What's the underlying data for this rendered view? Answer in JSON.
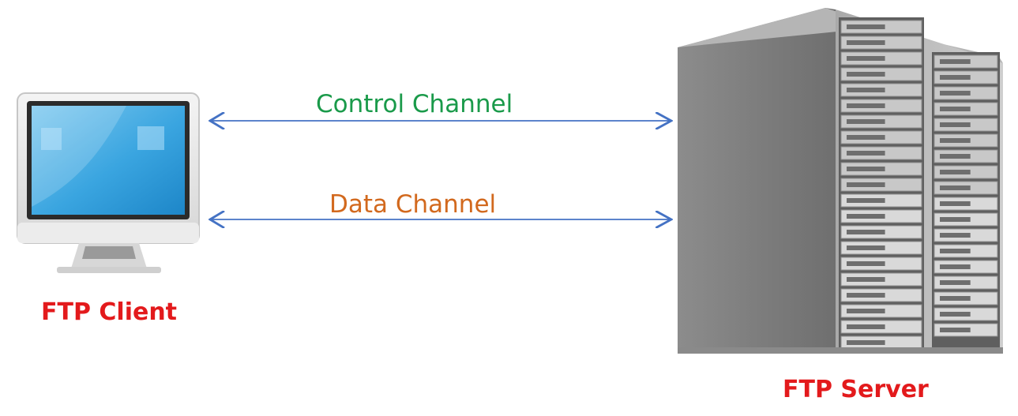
{
  "diagram": {
    "nodes": [
      {
        "id": "client",
        "label": "FTP Client",
        "icon": "desktop-monitor-icon"
      },
      {
        "id": "server",
        "label": "FTP Server",
        "icon": "server-rack-icon"
      }
    ],
    "edges": [
      {
        "from": "client",
        "to": "server",
        "label": "Control Channel",
        "bidirectional": true,
        "color": "#4472c4"
      },
      {
        "from": "client",
        "to": "server",
        "label": "Data Channel",
        "bidirectional": true,
        "color": "#4472c4"
      }
    ],
    "colors": {
      "node_label": "#e31a1c",
      "control_channel_label": "#1a9a4a",
      "data_channel_label": "#d2691e",
      "arrow": "#4472c4"
    }
  }
}
